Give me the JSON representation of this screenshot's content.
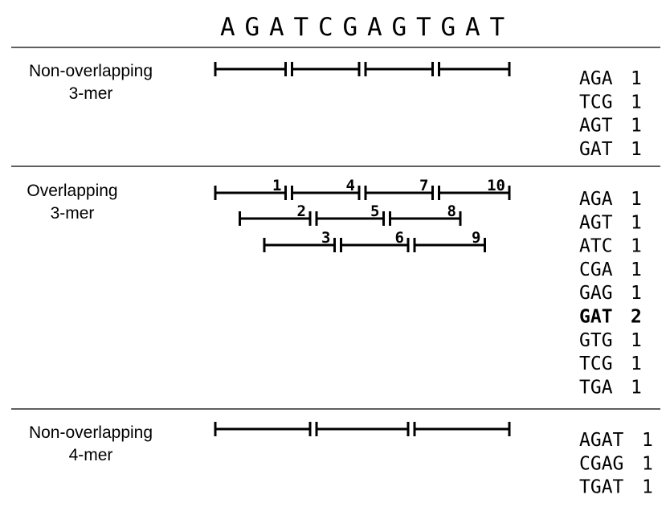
{
  "sequence": [
    "A",
    "G",
    "A",
    "T",
    "C",
    "G",
    "A",
    "G",
    "T",
    "G",
    "A",
    "T"
  ],
  "sections": [
    {
      "key": "nonoverlap3",
      "label": [
        "Non-overlapping",
        "3-mer"
      ],
      "segments": [
        {
          "start": 0,
          "k": 3,
          "num": ""
        },
        {
          "start": 3,
          "k": 3,
          "num": ""
        },
        {
          "start": 6,
          "k": 3,
          "num": ""
        },
        {
          "start": 9,
          "k": 3,
          "num": ""
        }
      ],
      "counts": [
        {
          "kmer": "AGA",
          "count": "1",
          "bold": false
        },
        {
          "kmer": "TCG",
          "count": "1",
          "bold": false
        },
        {
          "kmer": "AGT",
          "count": "1",
          "bold": false
        },
        {
          "kmer": "GAT",
          "count": "1",
          "bold": false
        }
      ]
    },
    {
      "key": "overlap3",
      "label": [
        "Overlapping",
        "3-mer"
      ],
      "segments": [
        {
          "start": 0,
          "k": 3,
          "num": "1"
        },
        {
          "start": 1,
          "k": 3,
          "num": "2"
        },
        {
          "start": 2,
          "k": 3,
          "num": "3"
        },
        {
          "start": 3,
          "k": 3,
          "num": "4"
        },
        {
          "start": 4,
          "k": 3,
          "num": "5"
        },
        {
          "start": 5,
          "k": 3,
          "num": "6"
        },
        {
          "start": 6,
          "k": 3,
          "num": "7"
        },
        {
          "start": 7,
          "k": 3,
          "num": "8"
        },
        {
          "start": 8,
          "k": 3,
          "num": "9"
        },
        {
          "start": 9,
          "k": 3,
          "num": "10"
        }
      ],
      "counts": [
        {
          "kmer": "AGA",
          "count": "1",
          "bold": false
        },
        {
          "kmer": "AGT",
          "count": "1",
          "bold": false
        },
        {
          "kmer": "ATC",
          "count": "1",
          "bold": false
        },
        {
          "kmer": "CGA",
          "count": "1",
          "bold": false
        },
        {
          "kmer": "GAG",
          "count": "1",
          "bold": false
        },
        {
          "kmer": "GAT",
          "count": "2",
          "bold": true
        },
        {
          "kmer": "GTG",
          "count": "1",
          "bold": false
        },
        {
          "kmer": "TCG",
          "count": "1",
          "bold": false
        },
        {
          "kmer": "TGA",
          "count": "1",
          "bold": false
        }
      ]
    },
    {
      "key": "nonoverlap4",
      "label": [
        "Non-overlapping",
        "4-mer"
      ],
      "segments": [
        {
          "start": 0,
          "k": 4,
          "num": ""
        },
        {
          "start": 4,
          "k": 4,
          "num": ""
        },
        {
          "start": 8,
          "k": 4,
          "num": ""
        }
      ],
      "counts": [
        {
          "kmer": "AGAT",
          "count": "1",
          "bold": false
        },
        {
          "kmer": "CGAG",
          "count": "1",
          "bold": false
        },
        {
          "kmer": "TGAT",
          "count": "1",
          "bold": false
        }
      ]
    }
  ]
}
